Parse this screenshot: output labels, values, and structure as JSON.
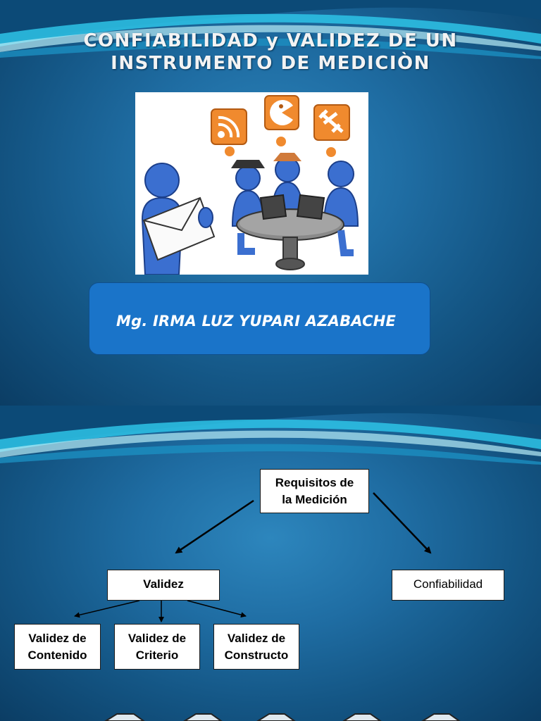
{
  "slide1": {
    "title_line1": "CONFIABILIDAD y VALIDEZ DE UN",
    "title_line2": "INSTRUMENTO DE MEDICIÒN",
    "author": "Mg. IRMA LUZ YUPARI AZABACHE",
    "illustration": {
      "description_icons": [
        "rss-icon",
        "pacman-icon",
        "satellite-icon"
      ],
      "colors": {
        "figure": "#3b6fd0",
        "bubble": "#f07a2a",
        "table": "#7a7a7a"
      }
    }
  },
  "slide2": {
    "root": {
      "line1": "Requisitos de",
      "line2": "la Medición"
    },
    "validez": "Validez",
    "confiabilidad": "Confiabilidad",
    "children": [
      {
        "line1": "Validez de",
        "line2": "Contenido"
      },
      {
        "line1": "Validez de",
        "line2": "Criterio"
      },
      {
        "line1": "Validez de",
        "line2": "Constructo"
      }
    ]
  },
  "colors": {
    "background": "#1f6da3",
    "author_box": "#1a74c9",
    "title_text": "#f3f3f3"
  }
}
